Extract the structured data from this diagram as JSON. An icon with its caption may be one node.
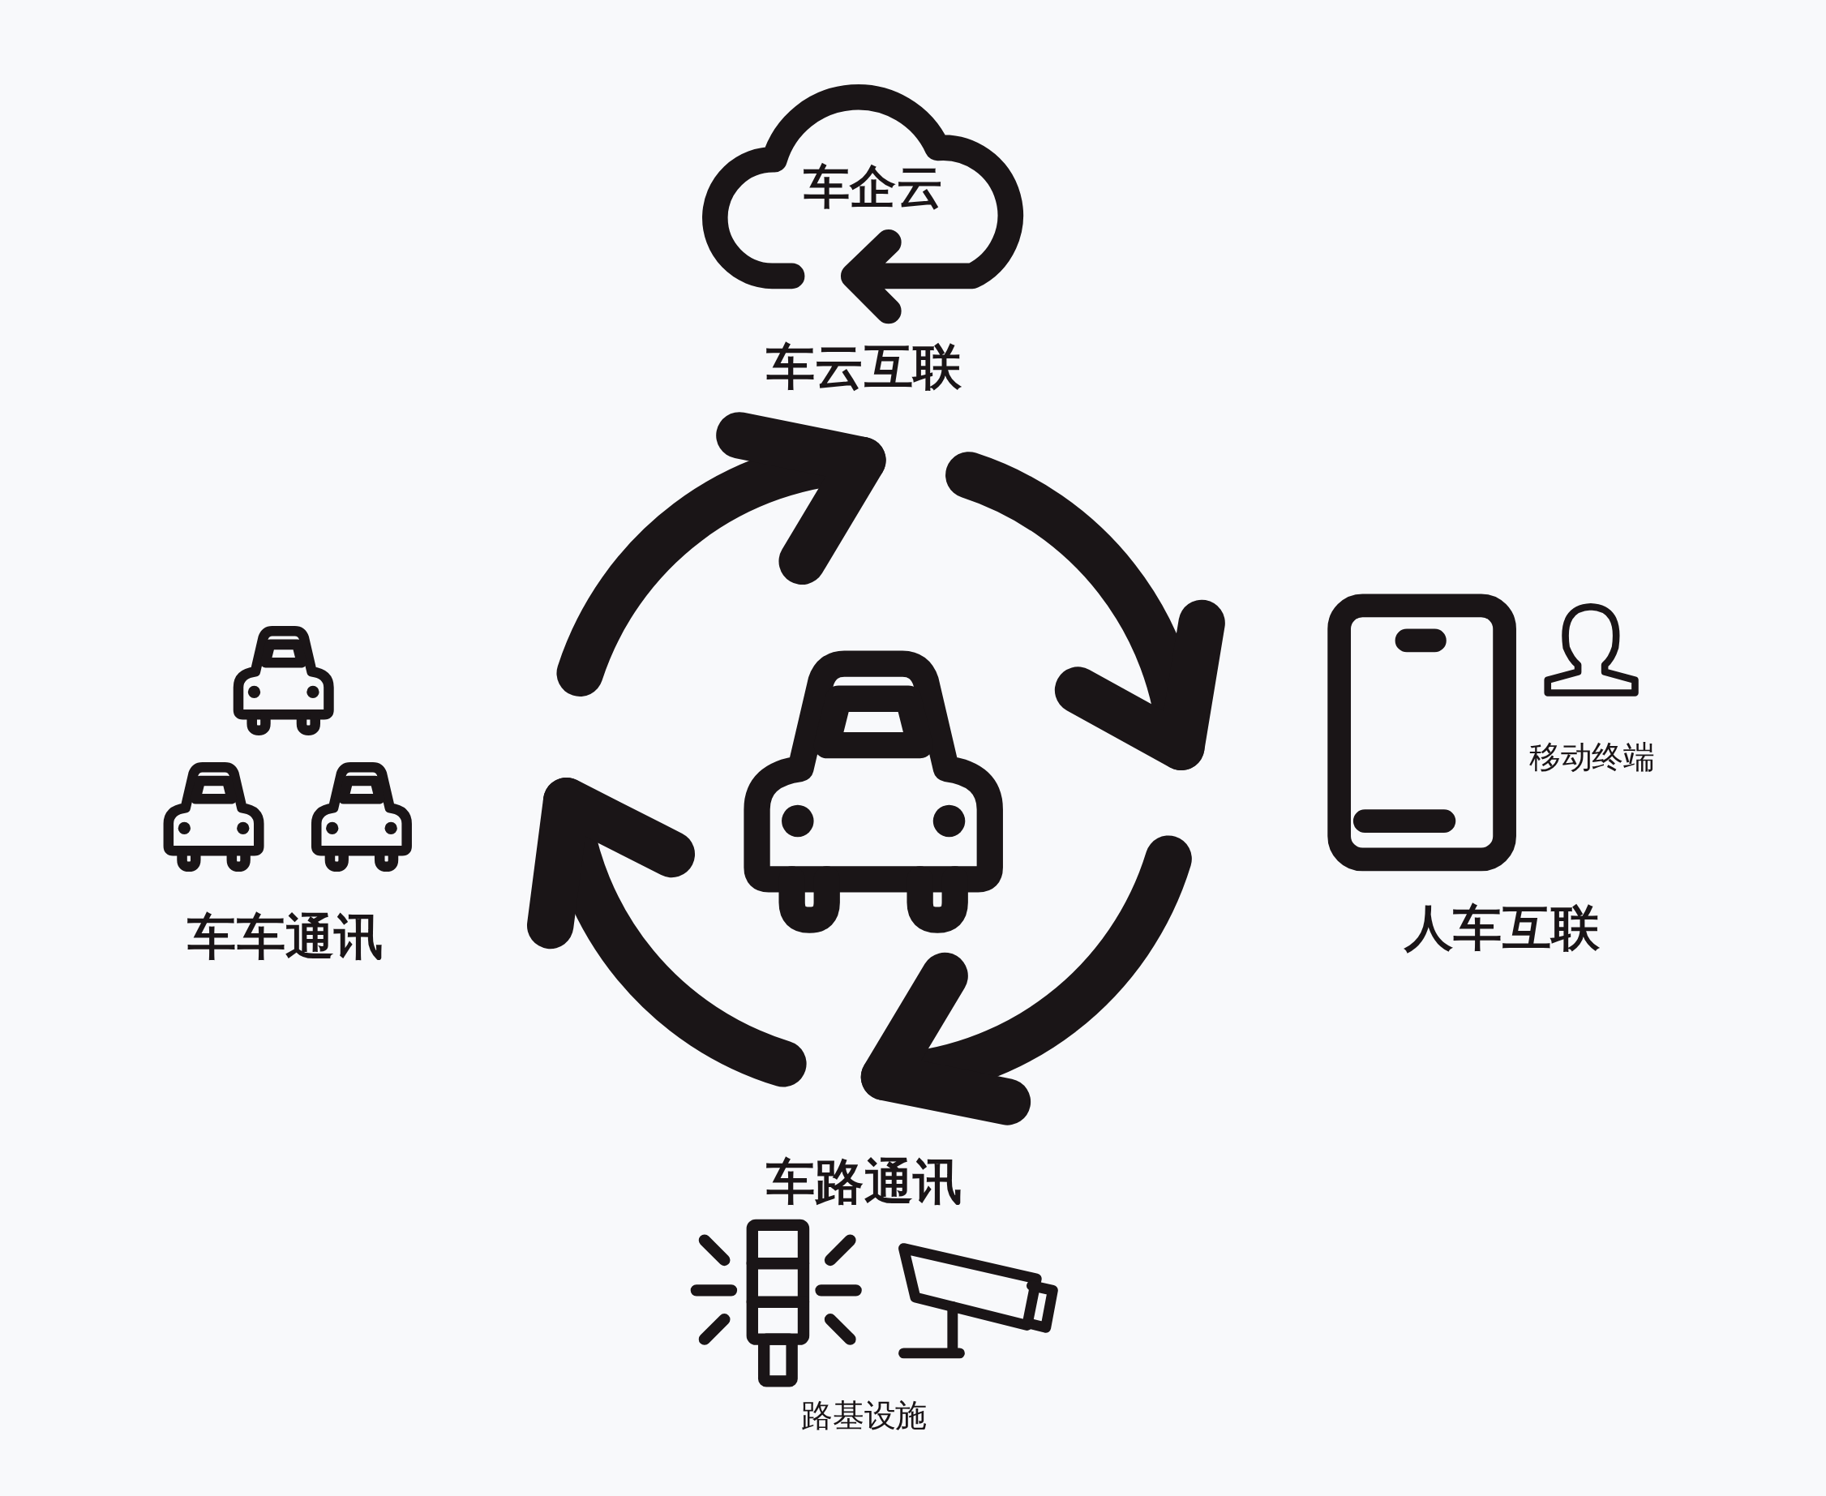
{
  "diagram": {
    "nodes": [
      {
        "text": [
          "车企云"
        ]
      },
      {
        "text": [
          "车云互联"
        ]
      },
      {
        "text": [
          "人车互联"
        ]
      },
      {
        "text": [
          "车路通讯"
        ]
      },
      {
        "text": [
          "车车通讯"
        ]
      }
    ],
    "labels": [
      "移动终端",
      "路基设施"
    ]
  }
}
